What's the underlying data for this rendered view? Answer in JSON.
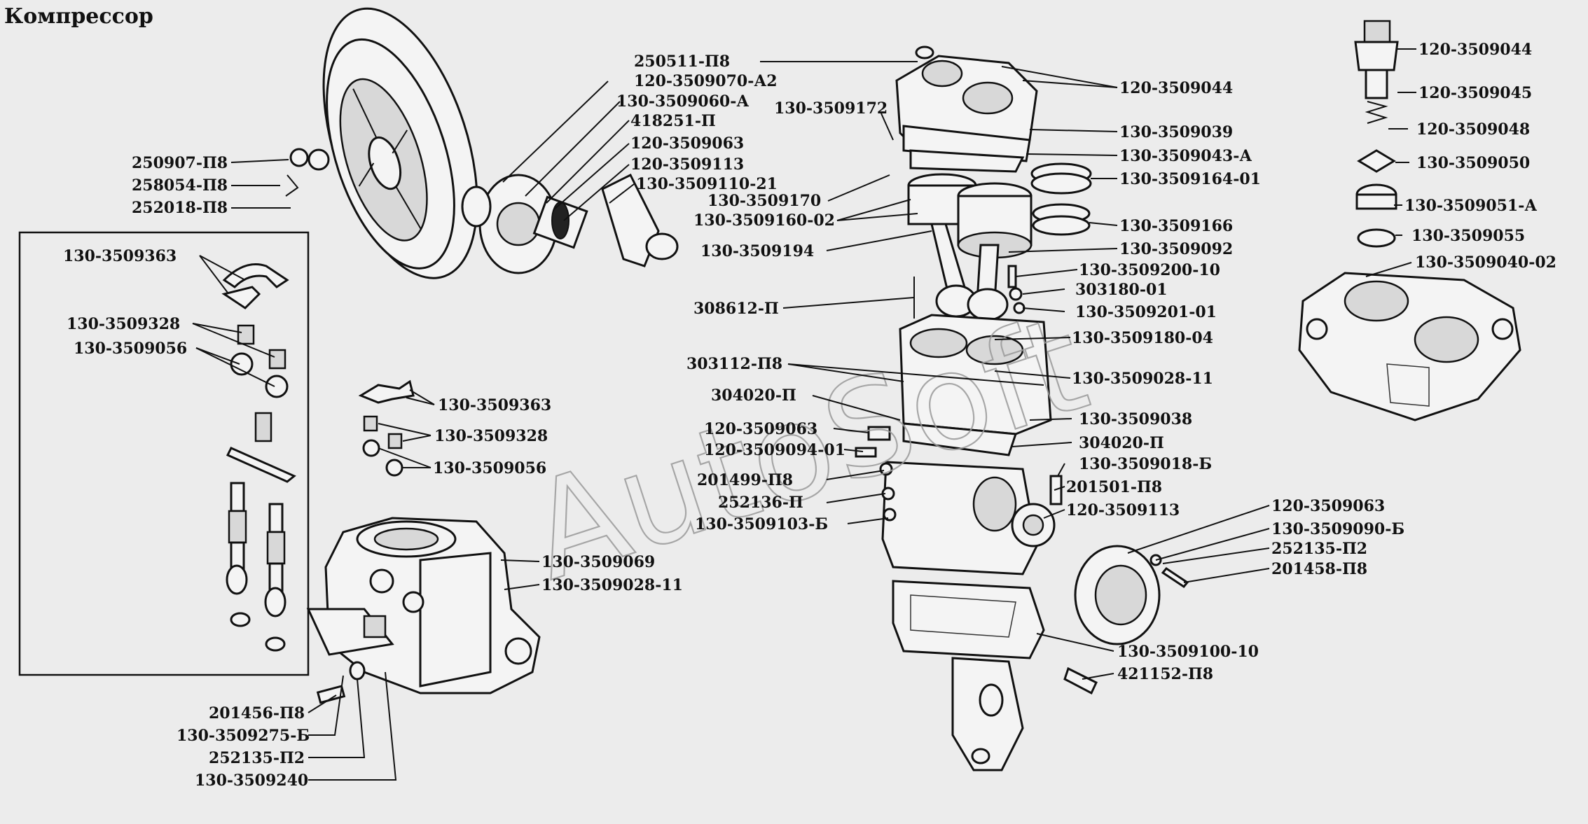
{
  "title": "Компрессор",
  "watermark": "AutoSoft",
  "labels": {
    "l250511_p8": "250511-П8",
    "l120_3509070_a2": "120-3509070-А2",
    "l130_3509060_a": "130-3509060-А",
    "l418251_p": "418251-П",
    "l120_3509063_top": "120-3509063",
    "l120_3509113_top": "120-3509113",
    "l130_3509110_21": "130-3509110-21",
    "l250907_p8": "250907-П8",
    "l258054_p8": "258054-П8",
    "l252018_p8": "252018-П8",
    "l130_3509172": "130-3509172",
    "l130_3509170": "130-3509170",
    "l130_3509160_02": "130-3509160-02",
    "l130_3509194": "130-3509194",
    "l308612_p": "308612-П",
    "l303112_p8": "303112-П8",
    "l304020_p_left": "304020-П",
    "l120_3509063_mid": "120-3509063",
    "l120_3509094_01": "120-3509094-01",
    "l201499_p8": "201499-П8",
    "l252136_p": "252136-П",
    "l130_3509103_b": "130-3509103-Б",
    "l120_3509044_main": "120-3509044",
    "l130_3509039": "130-3509039",
    "l130_3509043_a": "130-3509043-А",
    "l130_3509164_01": "130-3509164-01",
    "l130_3509166": "130-3509166",
    "l130_3509092": "130-3509092",
    "l130_3509200_10": "130-3509200-10",
    "l303180_01": "303180-01",
    "l130_3509201_01": "130-3509201-01",
    "l130_3509180_04": "130-3509180-04",
    "l130_3509028_11_main": "130-3509028-11",
    "l130_3509038": "130-3509038",
    "l304020_p_right": "304020-П",
    "l130_3509018_b": "130-3509018-Б",
    "l201501_p8": "201501-П8",
    "l120_3509113_mid": "120-3509113",
    "l120_3509063_right": "120-3509063",
    "l130_3509090_b": "130-3509090-Б",
    "l252135_p2_right": "252135-П2",
    "l201458_p8": "201458-П8",
    "l130_3509100_10": "130-3509100-10",
    "l421152_p8": "421152-П8",
    "l120_3509044_inset": "120-3509044",
    "l120_3509045": "120-3509045",
    "l120_3509048": "120-3509048",
    "l130_3509050": "130-3509050",
    "l130_3509051_a": "130-3509051-А",
    "l130_3509055": "130-3509055",
    "l130_3509040_02": "130-3509040-02",
    "l130_3509363_box": "130-3509363",
    "l130_3509328_box": "130-3509328",
    "l130_3509056_box": "130-3509056",
    "l130_3509363_mid": "130-3509363",
    "l130_3509328_mid": "130-3509328",
    "l130_3509056_mid": "130-3509056",
    "l130_3509069": "130-3509069",
    "l130_3509028_11_bot": "130-3509028-11",
    "l201456_p8": "201456-П8",
    "l130_3509275_b": "130-3509275-Б",
    "l252135_p2_bot": "252135-П2",
    "l130_3509240": "130-3509240"
  }
}
